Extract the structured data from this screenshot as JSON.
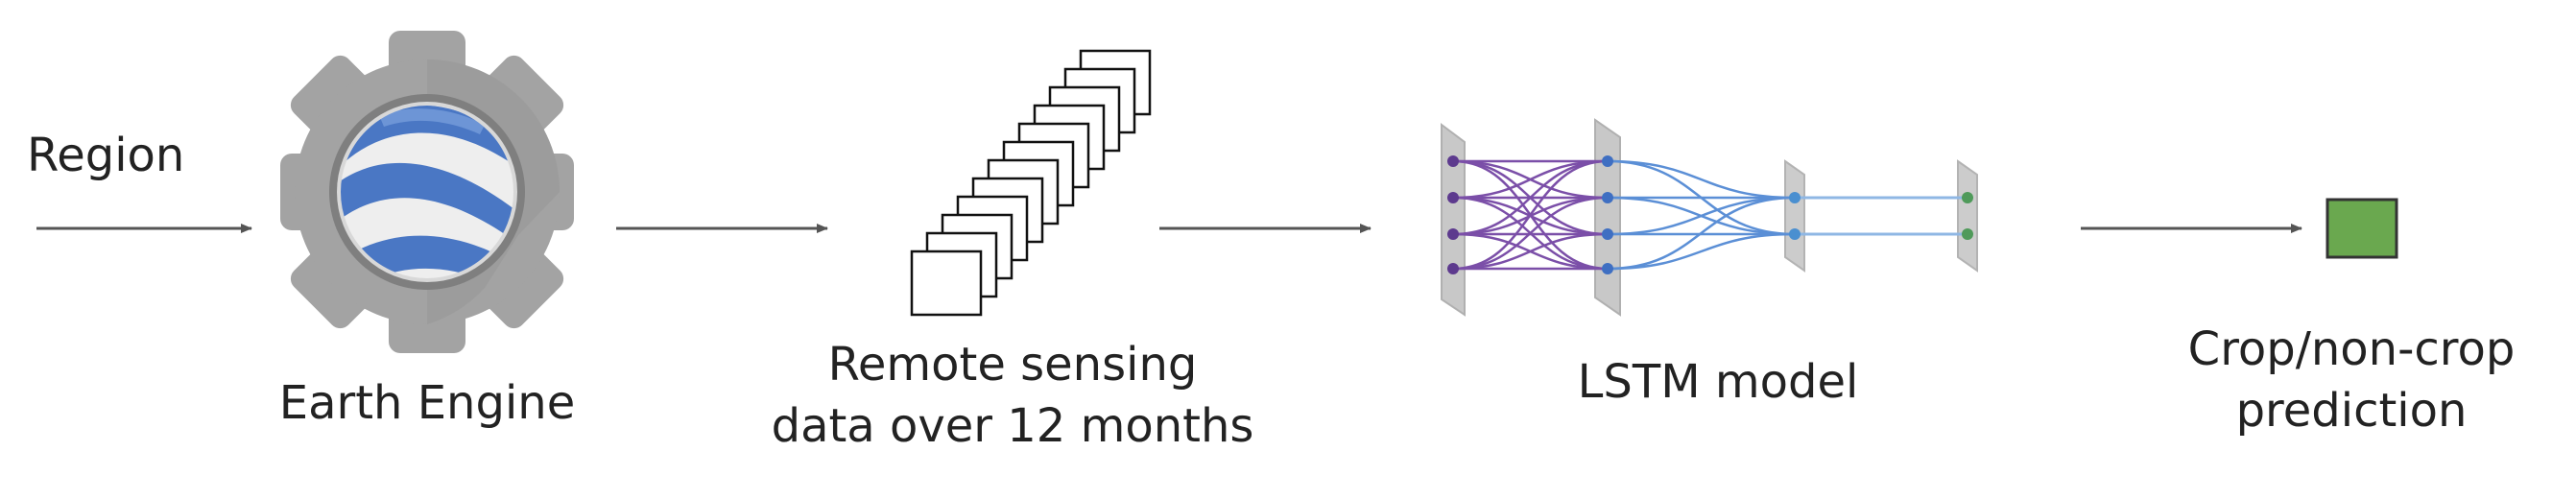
{
  "labels": {
    "region": "Region",
    "earth_engine": "Earth Engine",
    "remote_sensing_line1": "Remote sensing",
    "remote_sensing_line2": "data over 12 months",
    "lstm": "LSTM model",
    "crop_line1": "Crop/non-crop",
    "crop_line2": "prediction"
  },
  "icons": {
    "earth_engine": "earth-engine-gear-globe-icon",
    "stack": "stacked-frames-icon",
    "network": "neural-network-icon",
    "output": "green-square-output"
  },
  "colors": {
    "arrow": "#555555",
    "gear": "#9e9e9e",
    "globe_blue": "#4a77c4",
    "network_purple": "#7b4fa8",
    "network_blue": "#5b8fd6",
    "network_light": "#8fb7e4",
    "output_green": "#6aa84f"
  }
}
